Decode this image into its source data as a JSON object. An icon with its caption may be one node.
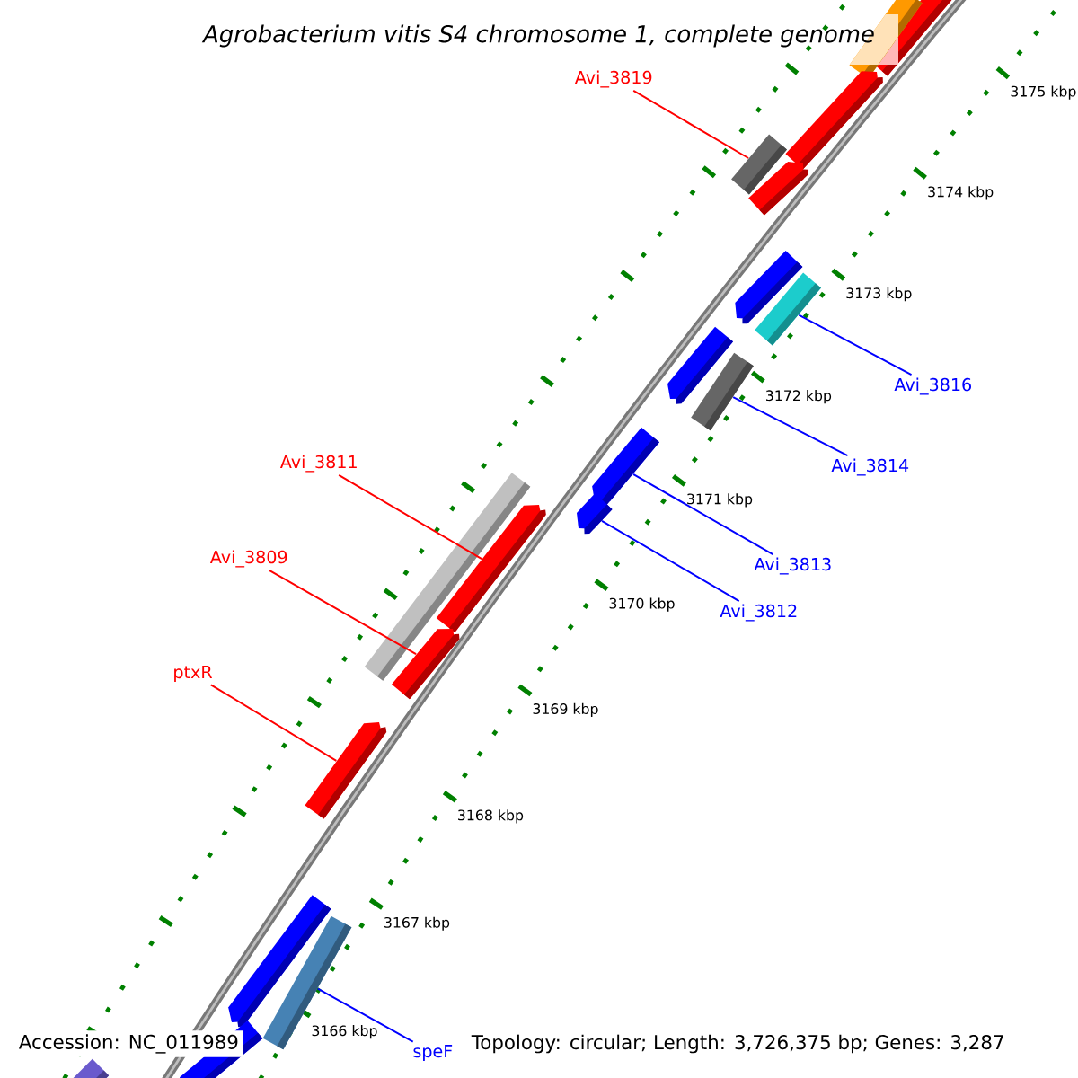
{
  "diagram": {
    "title": "Agrobacterium vitis S4 chromosome 1, complete genome",
    "nodes": [
      {
        "text": [],
        "shape": "pentagon"
      },
      {
        "text": [],
        "shape": "bar"
      },
      {
        "text": [
          "Avi_3819"
        ]
      },
      {
        "text": [],
        "shape": "pentagon"
      },
      {
        "text": [],
        "shape": "bar"
      },
      {
        "text": [],
        "shape": "pentagon"
      },
      {
        "text": [],
        "shape": "pentagon"
      },
      {
        "text": [],
        "shape": "bar"
      },
      {
        "text": [],
        "shape": "pentagon"
      },
      {
        "text": [
          "Avi_3816"
        ]
      },
      {
        "text": [],
        "shape": "bar"
      },
      {
        "text": [
          "Avi_3811"
        ]
      },
      {
        "text": [],
        "shape": "pentagon"
      },
      {
        "text": [
          "Avi_3814"
        ]
      },
      {
        "text": [],
        "shape": "pentagon"
      },
      {
        "text": [
          "Avi_3809"
        ]
      },
      {
        "text": [],
        "shape": "pentagon"
      },
      {
        "text": [
          "Avi_3813"
        ]
      },
      {
        "text": [],
        "shape": "bar"
      },
      {
        "text": [
          "Avi_3812"
        ]
      },
      {
        "text": [],
        "shape": "pentagon"
      },
      {
        "text": [
          "ptxR"
        ]
      },
      {
        "text": [],
        "shape": "pentagon"
      },
      {
        "text": [],
        "shape": "pentagon"
      },
      {
        "text": [],
        "shape": "bar"
      },
      {
        "text": [
          "speF"
        ]
      },
      {
        "text": [],
        "shape": "pentagon"
      },
      {
        "text": [],
        "shape": "bar"
      }
    ],
    "edges": [
      {
        "from": 2,
        "to": 4,
        "arrow": "none",
        "color": "#ff0000"
      },
      {
        "from": 9,
        "to": 7,
        "arrow": "none",
        "color": "#0000ff"
      },
      {
        "from": 11,
        "to": 16,
        "arrow": "none",
        "color": "#ff0000"
      },
      {
        "from": 13,
        "to": 10,
        "arrow": "none",
        "color": "#0000ff"
      },
      {
        "from": 15,
        "to": 20,
        "arrow": "none",
        "color": "#ff0000"
      },
      {
        "from": 17,
        "to": 12,
        "arrow": "none",
        "color": "#0000ff"
      },
      {
        "from": 19,
        "to": 14,
        "arrow": "none",
        "color": "#0000ff"
      },
      {
        "from": 21,
        "to": 22,
        "arrow": "none",
        "color": "#ff0000"
      },
      {
        "from": 25,
        "to": 24,
        "arrow": "none",
        "color": "#0000ff"
      }
    ],
    "labels": [
      "3175 kbp",
      "3174 kbp",
      "3173 kbp",
      "3172 kbp",
      "3171 kbp",
      "3170 kbp",
      "3169 kbp",
      "3168 kbp",
      "3167 kbp",
      "3166 kbp",
      "Accession: NC_011989",
      "Topology: circular; Length: 3,726,375 bp; Genes: 3,287"
    ]
  }
}
